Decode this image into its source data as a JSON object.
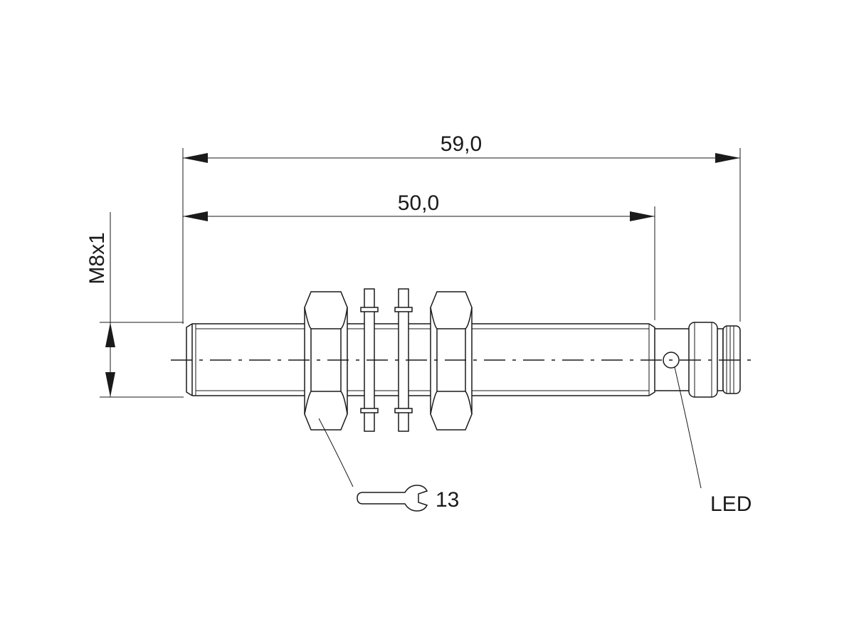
{
  "dimensions": {
    "overall_length": "59,0",
    "body_length": "50,0",
    "thread": "M8x1"
  },
  "callouts": {
    "wrench_size": "13",
    "led": "LED"
  },
  "colors": {
    "line": "#1a1a1a",
    "background": "#ffffff"
  }
}
